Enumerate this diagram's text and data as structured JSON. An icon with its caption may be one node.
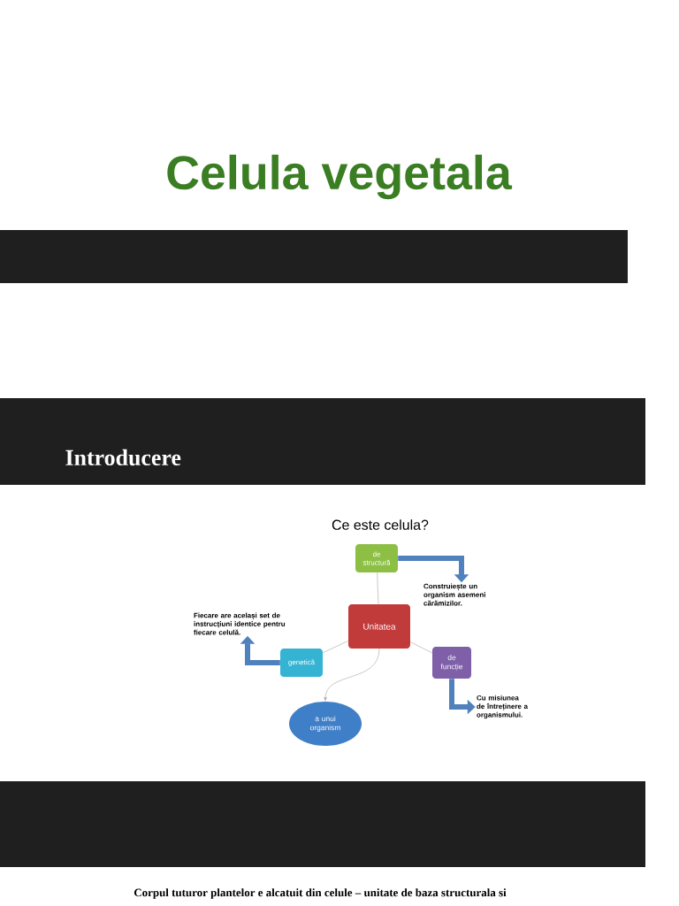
{
  "diagram": {
    "title": "Celula vegetala",
    "nodes": [
      {
        "text": [
          "Unitatea"
        ]
      },
      {
        "text": [
          "de structură"
        ]
      },
      {
        "text": [
          "genetică"
        ]
      },
      {
        "text": [
          "de funcție"
        ]
      },
      {
        "text": [
          "a unui organism"
        ]
      },
      {
        "text": [
          "Construiește un organism asemeni cărămizilor."
        ]
      },
      {
        "text": [
          "Fiecare are același set de instrucțiuni identice pentru fiecare celulă."
        ]
      },
      {
        "text": [
          "Cu misiunea de întreținere a organismului."
        ]
      }
    ],
    "edges": [
      {
        "from": 0,
        "to": 1,
        "arrow": "none"
      },
      {
        "from": 0,
        "to": 2,
        "arrow": "none"
      },
      {
        "from": 0,
        "to": 3,
        "arrow": "none"
      },
      {
        "from": 0,
        "to": 4,
        "arrow": "to"
      },
      {
        "from": 1,
        "to": 5,
        "arrow": "to",
        "style": "thick",
        "color": "#4f81bd"
      },
      {
        "from": 2,
        "to": 6,
        "arrow": "to",
        "style": "thick",
        "color": "#4f81bd"
      },
      {
        "from": 3,
        "to": 7,
        "arrow": "to",
        "style": "thick",
        "color": "#4f81bd"
      }
    ],
    "labels": [
      "Introducere",
      "Ce este celula?",
      "Corpul tuturor plantelor e alcatuit din celule – unitate de baza structurala si"
    ]
  }
}
